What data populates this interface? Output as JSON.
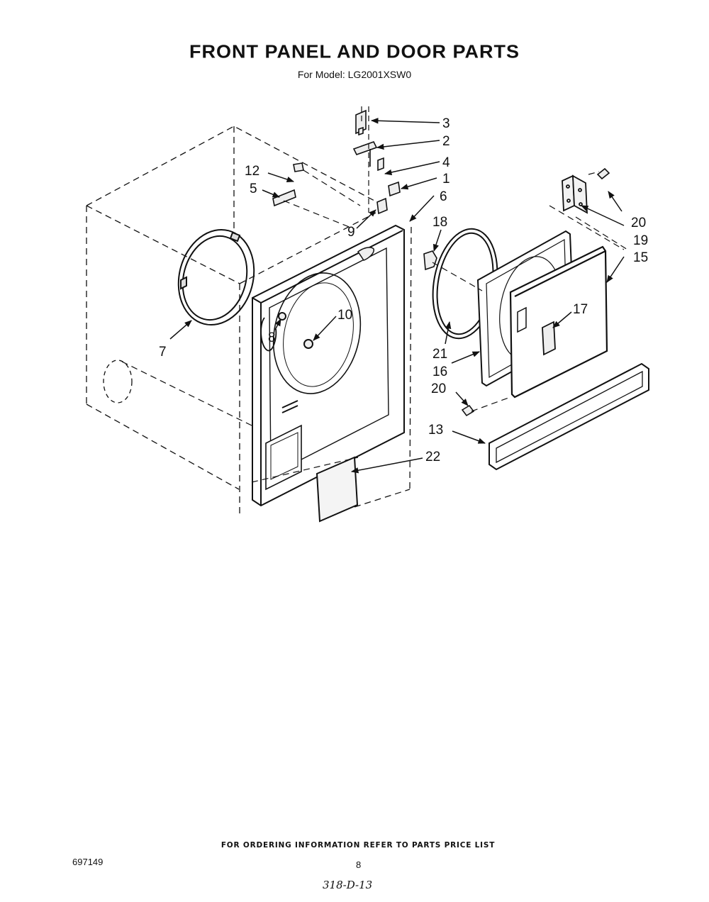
{
  "header": {
    "title": "FRONT PANEL AND DOOR PARTS",
    "subtitle": "For Model: LG2001XSW0"
  },
  "diagram": {
    "callouts": [
      "1",
      "2",
      "3",
      "4",
      "5",
      "6",
      "7",
      "8",
      "9",
      "10",
      "12",
      "13",
      "15",
      "16",
      "17",
      "18",
      "19",
      "20",
      "20",
      "21",
      "22"
    ],
    "labels": {
      "c1": "1",
      "c2": "2",
      "c3": "3",
      "c4": "4",
      "c5": "5",
      "c6": "6",
      "c7": "7",
      "c8": "8",
      "c9": "9",
      "c10": "10",
      "c12": "12",
      "c13": "13",
      "c15": "15",
      "c16": "16",
      "c17": "17",
      "c18": "18",
      "c19": "19",
      "c20a": "20",
      "c20b": "20",
      "c21": "21",
      "c22": "22"
    }
  },
  "footer": {
    "note": "FOR ORDERING INFORMATION REFER TO PARTS PRICE LIST",
    "doc_number": "697149",
    "page_number": "8",
    "handwritten": "318-D-13"
  }
}
